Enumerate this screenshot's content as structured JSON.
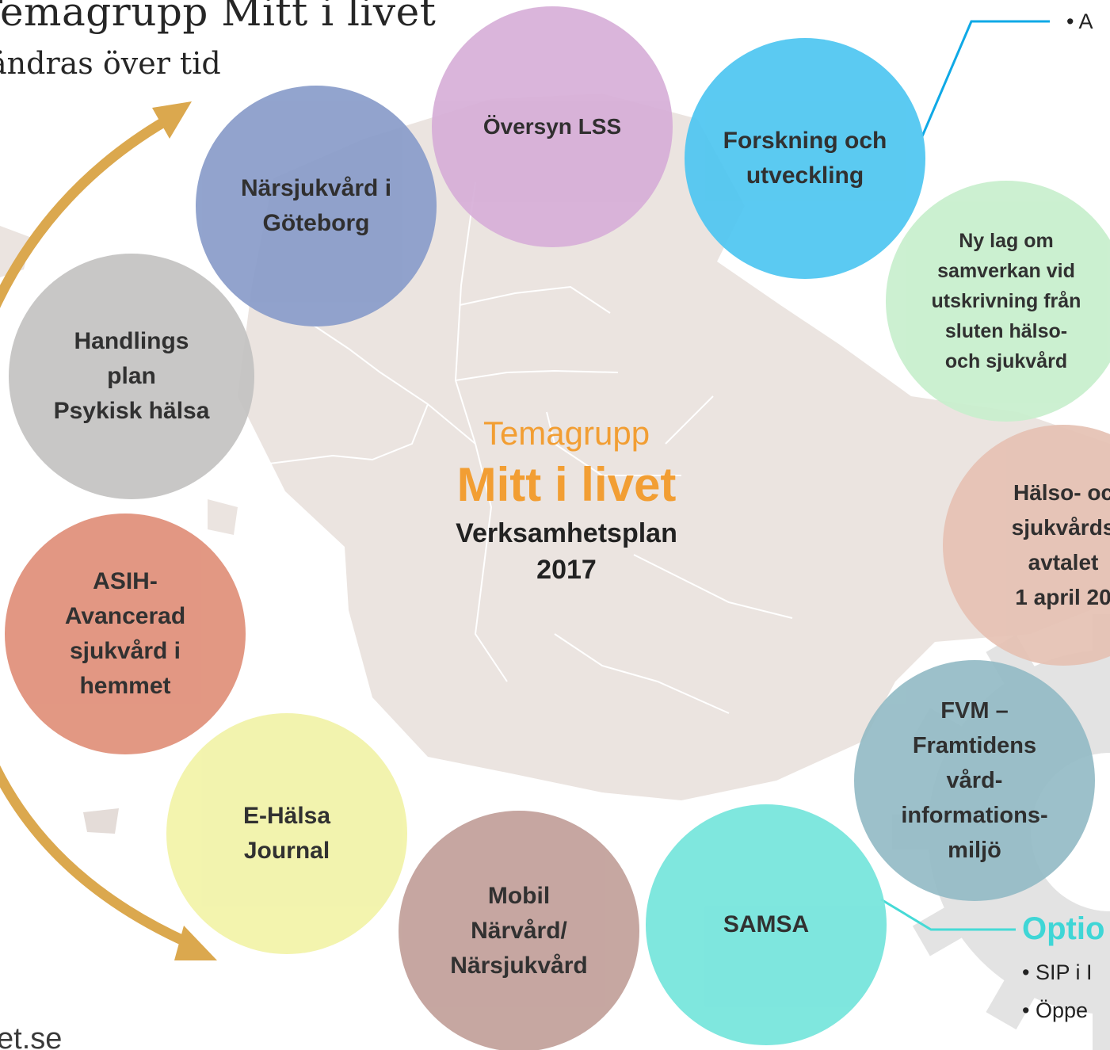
{
  "title": "Temagrupp Mitt i livet",
  "subtitle": "ändras över tid",
  "footer_url": "et.se",
  "center": {
    "small": "Temagrupp",
    "big": "Mitt i livet",
    "sub_lines": [
      "Verksamhetsplan",
      "2017"
    ]
  },
  "bubbles": [
    {
      "id": "oversyn-lss",
      "lines": [
        "Översyn LSS"
      ],
      "color": "#d7afd8"
    },
    {
      "id": "forskning",
      "lines": [
        "Forskning och",
        "utveckling"
      ],
      "color": "#4fc6f1"
    },
    {
      "id": "narsjukvard-goteborg",
      "lines": [
        "Närsjukvård i",
        "Göteborg"
      ],
      "color": "#8a9dca"
    },
    {
      "id": "ny-lag",
      "lines": [
        "Ny lag om",
        "samverkan vid",
        "utskrivning från",
        "sluten hälso-",
        "och sjukvård"
      ],
      "color": "#c8efcd"
    },
    {
      "id": "handlingsplan",
      "lines": [
        "Handlings",
        "plan",
        "Psykisk hälsa"
      ],
      "color": "#c4c3c2"
    },
    {
      "id": "halso-avtalet",
      "lines": [
        "Hälso- oc",
        "sjukvårds",
        "avtalet",
        "1 april 20"
      ],
      "color": "#e6c2b4"
    },
    {
      "id": "asih",
      "lines": [
        "ASIH-",
        "Avancerad",
        "sjukvård i",
        "hemmet"
      ],
      "color": "#e0907a"
    },
    {
      "id": "fvm",
      "lines": [
        "FVM –",
        "Framtidens",
        "vård-",
        "informations-",
        "miljö"
      ],
      "color": "#95bcc6"
    },
    {
      "id": "e-halsa",
      "lines": [
        "E-Hälsa",
        "Journal"
      ],
      "color": "#f2f3a8"
    },
    {
      "id": "mobil-narvard",
      "lines": [
        "Mobil",
        "Närvård/",
        "Närsjukvård"
      ],
      "color": "#c2a09a"
    },
    {
      "id": "samsa",
      "lines": [
        "SAMSA"
      ],
      "color": "#75e5dc"
    }
  ],
  "side_notes": {
    "top_right_bullet": "•   A",
    "options_heading": "Optio",
    "options_items": [
      "•   SIP i I",
      "•   Öppe"
    ]
  },
  "colors": {
    "accent_orange": "#f29e33",
    "arrow_gold": "#dba84e",
    "connector_blue": "#0fa9e6",
    "connector_teal": "#46dad6",
    "map_fill": "#ebe4e0"
  }
}
